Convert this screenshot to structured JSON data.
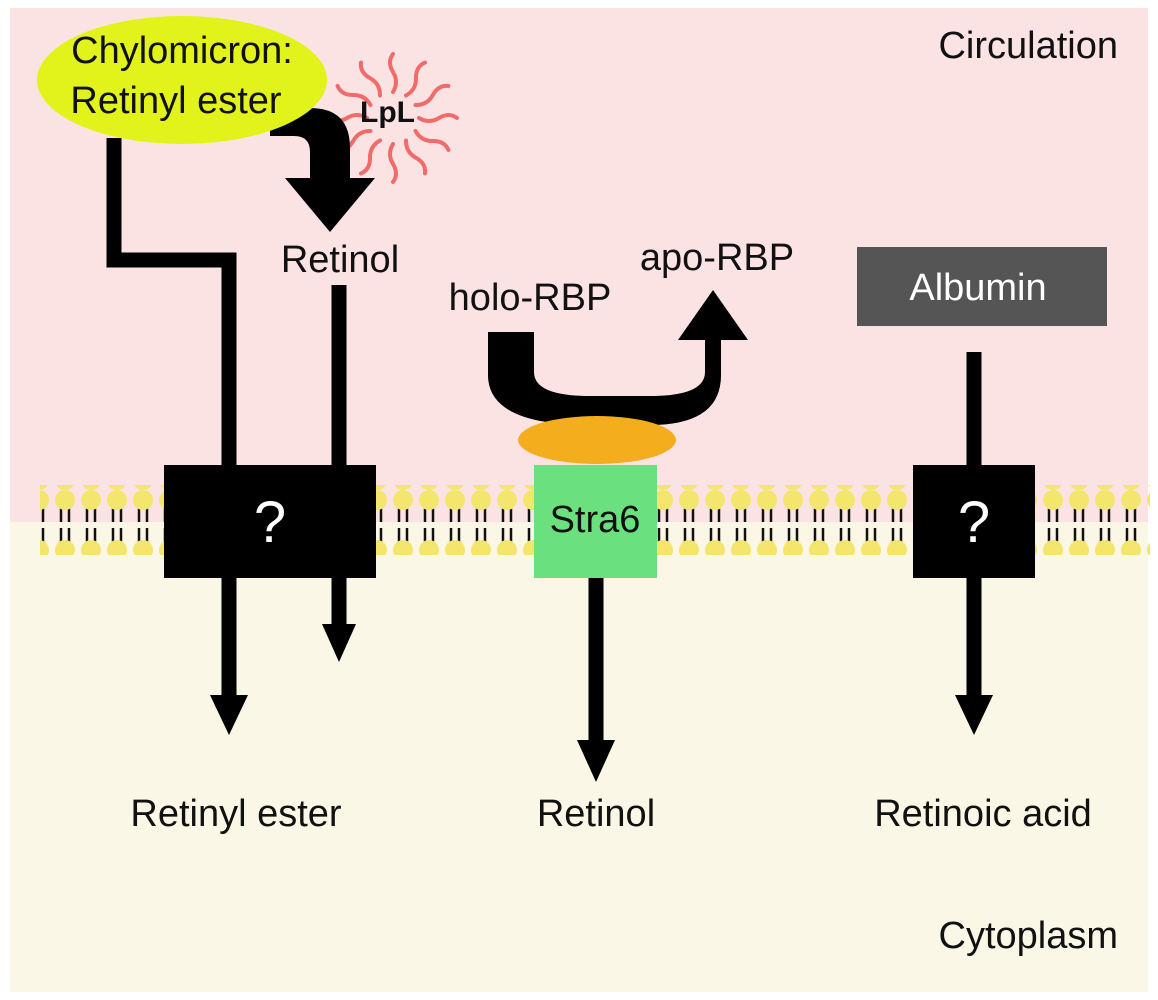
{
  "regions": {
    "top": "Circulation",
    "bottom": "Cytoplasm"
  },
  "chylomicron": {
    "line1": "Chylomicron:",
    "line2": "Retinyl ester"
  },
  "enzyme": "LpL",
  "intermediate": "Retinol",
  "rbp": {
    "holo": "holo-RBP",
    "apo": "apo-RBP"
  },
  "albumin": "Albumin",
  "receptor": "Stra6",
  "unknown_transporter": "?",
  "products": {
    "left": "Retinyl ester",
    "middle": "Retinol",
    "right": "Retinoic acid"
  },
  "colors": {
    "circulation_bg": "#fbe3e3",
    "cytoplasm_bg": "#fbf7e6",
    "chylomicron": "#e2f31c",
    "lipid_head": "#f4e66c",
    "stra6": "#6be07e",
    "rbp_cap": "#f4ad1c",
    "albumin": "#555555",
    "lpl": "#f26b6b",
    "arrow": "#000000"
  }
}
